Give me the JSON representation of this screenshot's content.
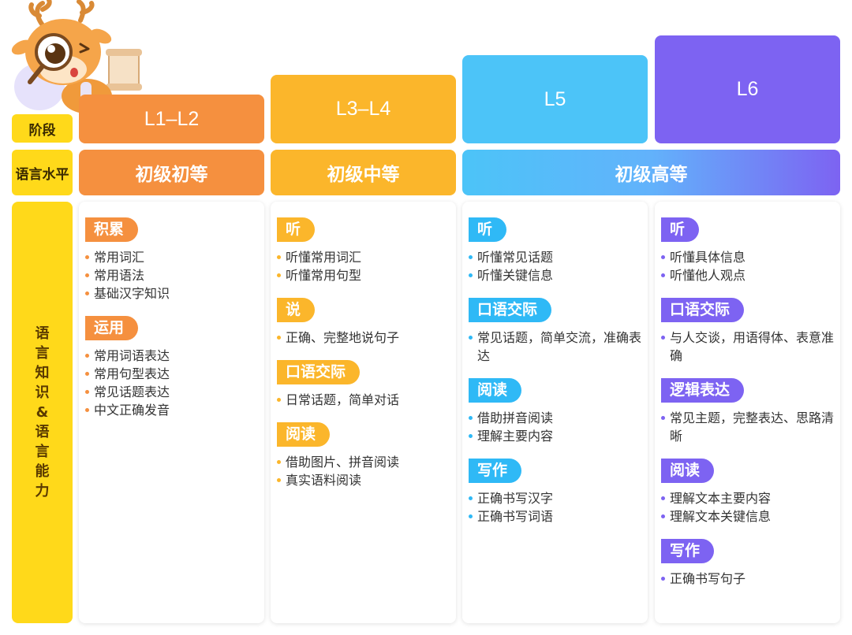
{
  "colors": {
    "yellow": "#ffd91a",
    "orange": "#f5903f",
    "amber": "#fbb62b",
    "sky": "#4cc4f8",
    "purple": "#7d63f2"
  },
  "mascot": {
    "icon": "deer-mascot-icon"
  },
  "labels": {
    "stage": "阶段",
    "level": "语言水平",
    "knowledge": [
      "语",
      "言",
      "知",
      "识",
      "&",
      "语",
      "言",
      "能",
      "力"
    ]
  },
  "stages": [
    "L1–L2",
    "L3–L4",
    "L5",
    "L6"
  ],
  "levels": [
    "初级初等",
    "初级中等",
    "初级高等"
  ],
  "columns": [
    {
      "sections": [
        {
          "title": "积累",
          "items": [
            "常用词汇",
            "常用语法",
            "基础汉字知识"
          ]
        },
        {
          "title": "运用",
          "items": [
            "常用词语表达",
            "常用句型表达",
            "常见话题表达",
            "中文正确发音"
          ]
        }
      ]
    },
    {
      "sections": [
        {
          "title": "听",
          "items": [
            "听懂常用词汇",
            "听懂常用句型"
          ]
        },
        {
          "title": "说",
          "items": [
            "正确、完整地说句子"
          ]
        },
        {
          "title": "口语交际",
          "items": [
            "日常话题，简单对话"
          ]
        },
        {
          "title": "阅读",
          "items": [
            "借助图片、拼音阅读",
            "真实语料阅读"
          ]
        }
      ]
    },
    {
      "sections": [
        {
          "title": "听",
          "items": [
            "听懂常见话题",
            "听懂关键信息"
          ]
        },
        {
          "title": "口语交际",
          "items": [
            "常见话题，简单交流，准确表达"
          ]
        },
        {
          "title": "阅读",
          "items": [
            "借助拼音阅读",
            "理解主要内容"
          ]
        },
        {
          "title": "写作",
          "items": [
            "正确书写汉字",
            "正确书写词语"
          ]
        }
      ]
    },
    {
      "sections": [
        {
          "title": "听",
          "items": [
            "听懂具体信息",
            "听懂他人观点"
          ]
        },
        {
          "title": "口语交际",
          "items": [
            "与人交谈，用语得体、表意准确"
          ]
        },
        {
          "title": "逻辑表达",
          "items": [
            "常见主题，完整表达、思路清晰"
          ]
        },
        {
          "title": "阅读",
          "items": [
            "理解文本主要内容",
            "理解文本关键信息"
          ]
        },
        {
          "title": "写作",
          "items": [
            "正确书写句子"
          ]
        }
      ]
    }
  ]
}
